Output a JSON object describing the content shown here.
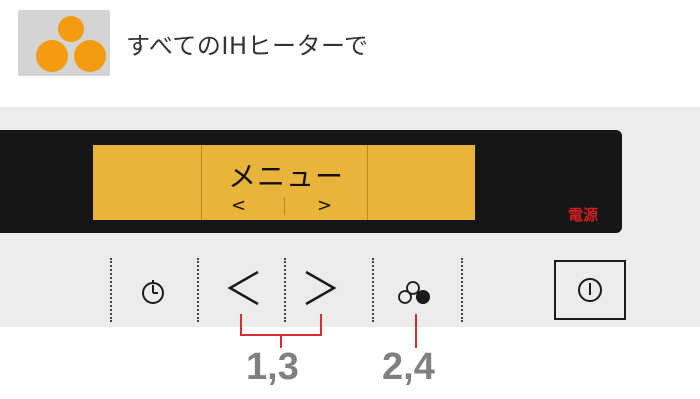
{
  "header": {
    "icon": "three-burners-icon",
    "text": "すべてのIHヒーターで"
  },
  "display": {
    "title": "メニュー",
    "left_arrow": "<",
    "right_arrow": ">",
    "background_color": "#e8b43c"
  },
  "panel": {
    "power_label": "電源",
    "buttons": [
      {
        "name": "timer",
        "icon": "clock-icon"
      },
      {
        "name": "left",
        "glyph": "<"
      },
      {
        "name": "right",
        "glyph": ">"
      },
      {
        "name": "pot-select",
        "icon": "pot-select-icon"
      },
      {
        "name": "power",
        "icon": "power-icon"
      }
    ]
  },
  "callouts": {
    "arrows": "1,3",
    "pot_select": "2,4"
  },
  "colors": {
    "accent": "#f39c12",
    "callout_line": "#d23030",
    "callout_text": "#808080",
    "power_label": "#cc1f1f"
  }
}
